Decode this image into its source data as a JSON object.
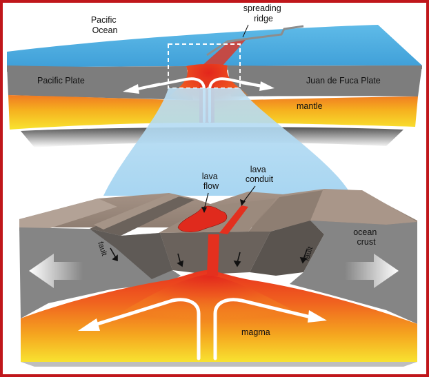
{
  "labels": {
    "pacific_ocean": [
      "Pacific",
      "Ocean"
    ],
    "spreading_ridge": [
      "spreading",
      "ridge"
    ],
    "pacific_plate": "Pacific Plate",
    "juan_de_fuca_plate": "Juan de Fuca Plate",
    "mantle": "mantle",
    "lava_flow": [
      "lava",
      "flow"
    ],
    "lava_conduit": [
      "lava",
      "conduit"
    ],
    "ocean_crust": [
      "ocean",
      "crust"
    ],
    "fault": "fault",
    "magma": "magma"
  },
  "colors": {
    "border": "#c0161b",
    "ocean": "#59b6e6",
    "plate": "#7f7f7f",
    "crust_top": "#9a8a7e",
    "rock_dark": "#5e5650",
    "magma_hot": "#e8321e",
    "magma_warm": "#f39a1c",
    "mantle_yellow": "#f8e230"
  }
}
